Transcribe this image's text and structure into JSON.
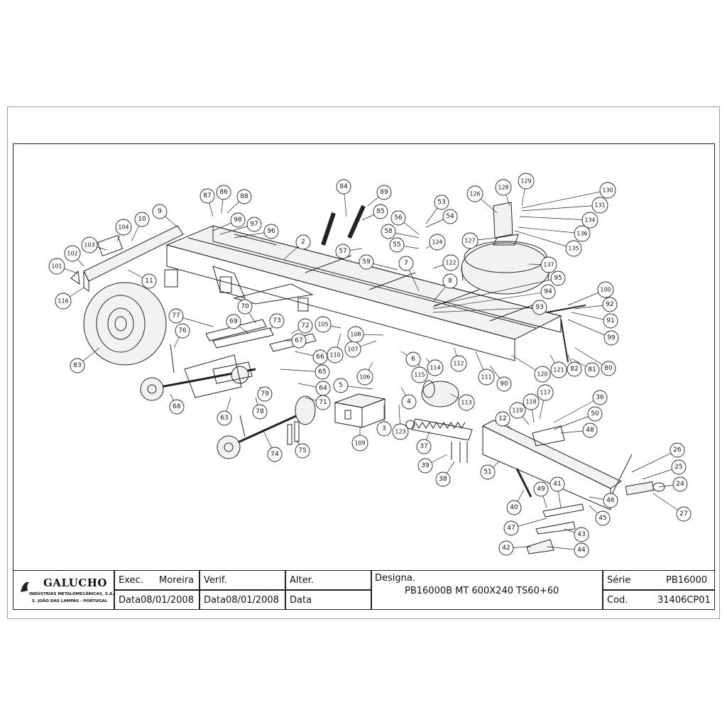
{
  "title_block": {
    "company": {
      "name": "GALUCHO",
      "line1": "INDÚSTRIAS METALOMECÂNICAS, S.A.",
      "line2": "S. JOÃO DAS LAMPAS - PORTUGAL"
    },
    "exec_label": "Exec.",
    "exec_value": "Moreira",
    "exec_date": "Data08/01/2008",
    "verif_label": "Verif.",
    "verif_date": "Data08/01/2008",
    "alter_label": "Alter.",
    "alter_date": "Data",
    "designation_label": "Designa.",
    "designation_value": "PB16000B MT 600X240 TS60+60",
    "serie_label": "Série",
    "serie_value": "PB16000",
    "cod_label": "Cod.",
    "cod_value": "31406CP01"
  },
  "callouts": [
    {
      "n": "2"
    },
    {
      "n": "3"
    },
    {
      "n": "4"
    },
    {
      "n": "5"
    },
    {
      "n": "6"
    },
    {
      "n": "7"
    },
    {
      "n": "8"
    },
    {
      "n": "9"
    },
    {
      "n": "10"
    },
    {
      "n": "11"
    },
    {
      "n": "12"
    },
    {
      "n": "24"
    },
    {
      "n": "25"
    },
    {
      "n": "26"
    },
    {
      "n": "27"
    },
    {
      "n": "36"
    },
    {
      "n": "37"
    },
    {
      "n": "38"
    },
    {
      "n": "39"
    },
    {
      "n": "40"
    },
    {
      "n": "41"
    },
    {
      "n": "42"
    },
    {
      "n": "43"
    },
    {
      "n": "44"
    },
    {
      "n": "45"
    },
    {
      "n": "46"
    },
    {
      "n": "47"
    },
    {
      "n": "48"
    },
    {
      "n": "49"
    },
    {
      "n": "50"
    },
    {
      "n": "51"
    },
    {
      "n": "53"
    },
    {
      "n": "54"
    },
    {
      "n": "55"
    },
    {
      "n": "56"
    },
    {
      "n": "57"
    },
    {
      "n": "58"
    },
    {
      "n": "59"
    },
    {
      "n": "63"
    },
    {
      "n": "64"
    },
    {
      "n": "65"
    },
    {
      "n": "66"
    },
    {
      "n": "67"
    },
    {
      "n": "68"
    },
    {
      "n": "69"
    },
    {
      "n": "70"
    },
    {
      "n": "71"
    },
    {
      "n": "72"
    },
    {
      "n": "73"
    },
    {
      "n": "74"
    },
    {
      "n": "75"
    },
    {
      "n": "76"
    },
    {
      "n": "77"
    },
    {
      "n": "78"
    },
    {
      "n": "79"
    },
    {
      "n": "80"
    },
    {
      "n": "81"
    },
    {
      "n": "82"
    },
    {
      "n": "83"
    },
    {
      "n": "84"
    },
    {
      "n": "85"
    },
    {
      "n": "86"
    },
    {
      "n": "87"
    },
    {
      "n": "88"
    },
    {
      "n": "89"
    },
    {
      "n": "90"
    },
    {
      "n": "91"
    },
    {
      "n": "92"
    },
    {
      "n": "93"
    },
    {
      "n": "94"
    },
    {
      "n": "95"
    },
    {
      "n": "96"
    },
    {
      "n": "97"
    },
    {
      "n": "98"
    },
    {
      "n": "99"
    },
    {
      "n": "100"
    },
    {
      "n": "101"
    },
    {
      "n": "102"
    },
    {
      "n": "103"
    },
    {
      "n": "104"
    },
    {
      "n": "105"
    },
    {
      "n": "106"
    },
    {
      "n": "107"
    },
    {
      "n": "108"
    },
    {
      "n": "109"
    },
    {
      "n": "110"
    },
    {
      "n": "111"
    },
    {
      "n": "112"
    },
    {
      "n": "113"
    },
    {
      "n": "114"
    },
    {
      "n": "115"
    },
    {
      "n": "116"
    },
    {
      "n": "117"
    },
    {
      "n": "118"
    },
    {
      "n": "119"
    },
    {
      "n": "120"
    },
    {
      "n": "121"
    },
    {
      "n": "122"
    },
    {
      "n": "123"
    },
    {
      "n": "124"
    },
    {
      "n": "126"
    },
    {
      "n": "127"
    },
    {
      "n": "128"
    },
    {
      "n": "129"
    },
    {
      "n": "130"
    },
    {
      "n": "131"
    },
    {
      "n": "134"
    },
    {
      "n": "135"
    },
    {
      "n": "136"
    },
    {
      "n": "137"
    }
  ]
}
